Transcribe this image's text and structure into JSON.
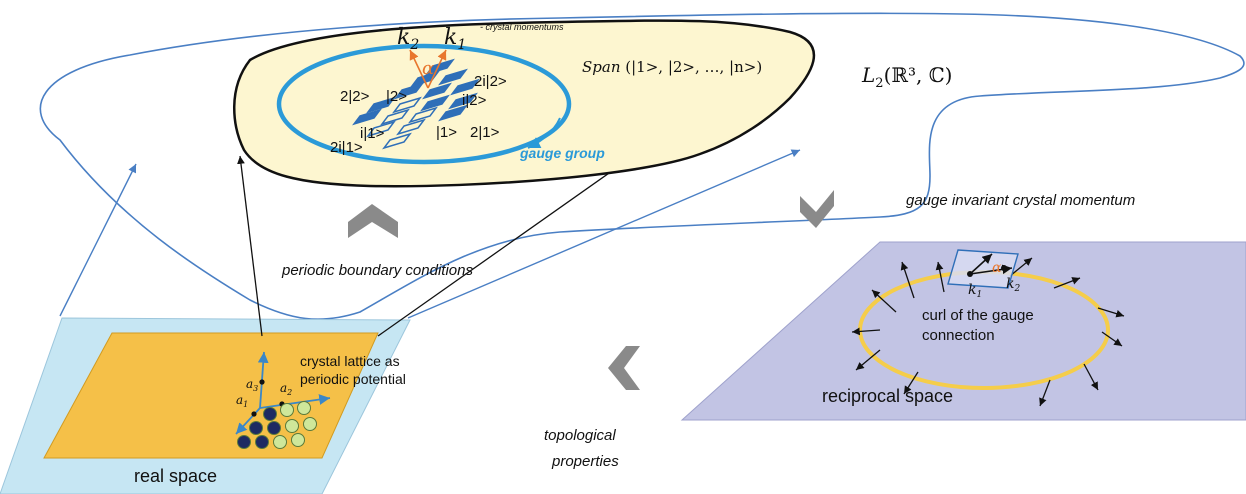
{
  "figure": {
    "momenta": {
      "k2": "k",
      "k2_sub": "2",
      "k1": "k",
      "k1_sub": "1",
      "note": "- crystal momentums",
      "alpha": "α"
    },
    "span": {
      "prefix": "Span",
      "args": "(|1>, |2>, …, |n>)"
    },
    "hilbert": {
      "L": "L",
      "sub": "2",
      "args": "(ℝ³, ℂ)"
    },
    "states": {
      "two_ket2": "2|2>",
      "ket2": "|2>",
      "two_i_ket2": "2i|2>",
      "i_ket2": "i|2>",
      "i_ket1": "i|1>",
      "ket1": "|1>",
      "two_ket1": "2|1>",
      "two_i_ket1": "2i|1>"
    },
    "gauge_group": "gauge group",
    "pbc": "periodic boundary conditions",
    "gicm": "gauge invariant crystal momentum",
    "topo_line1": "topological",
    "topo_line2": "properties",
    "real_space": "real space",
    "crystal_line1": "crystal lattice as",
    "crystal_line2": "periodic potential",
    "lattice_vectors": {
      "a3": "a",
      "a3_sub": "3",
      "a2": "a",
      "a2_sub": "2",
      "a1": "a",
      "a1_sub": "1"
    },
    "reciprocal_space": "reciprocal space",
    "curl_line1": "curl of the gauge",
    "curl_line2": "connection",
    "recip_k1": "k",
    "recip_k1_sub": "1",
    "recip_k2": "k",
    "recip_k2_sub": "2",
    "recip_alpha": "α"
  },
  "colors": {
    "hilbert_outline": "#4a7fc4",
    "blob_fill": "#fdf6d0",
    "ellipse_blue": "#2b9ad8",
    "orange": "#e8762d",
    "cell_blue": "#2f6fb8",
    "real_plane": "#c6e6f3",
    "lattice_fill": "#f5c048",
    "recip_plane": "#c2c4e4",
    "recip_ellipse": "#f5cd4a",
    "chevron_gray": "#8a8a8a",
    "dark_navy": "#1e2a62",
    "light_green": "#cfe79a"
  }
}
